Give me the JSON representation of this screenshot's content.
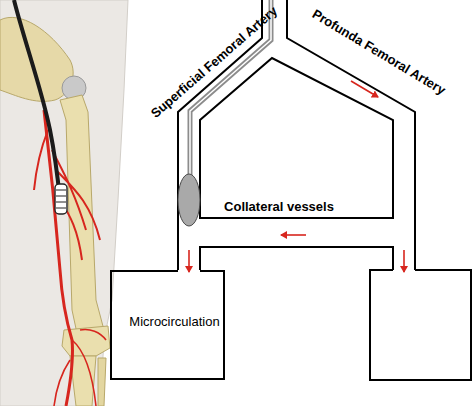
{
  "diagram": {
    "nodes": [
      {
        "text": [
          "Microcirculation"
        ]
      }
    ],
    "labels": [
      "Superficial Femoral Artery",
      "Profunda Femoral Artery",
      "Collateral vessels"
    ]
  }
}
